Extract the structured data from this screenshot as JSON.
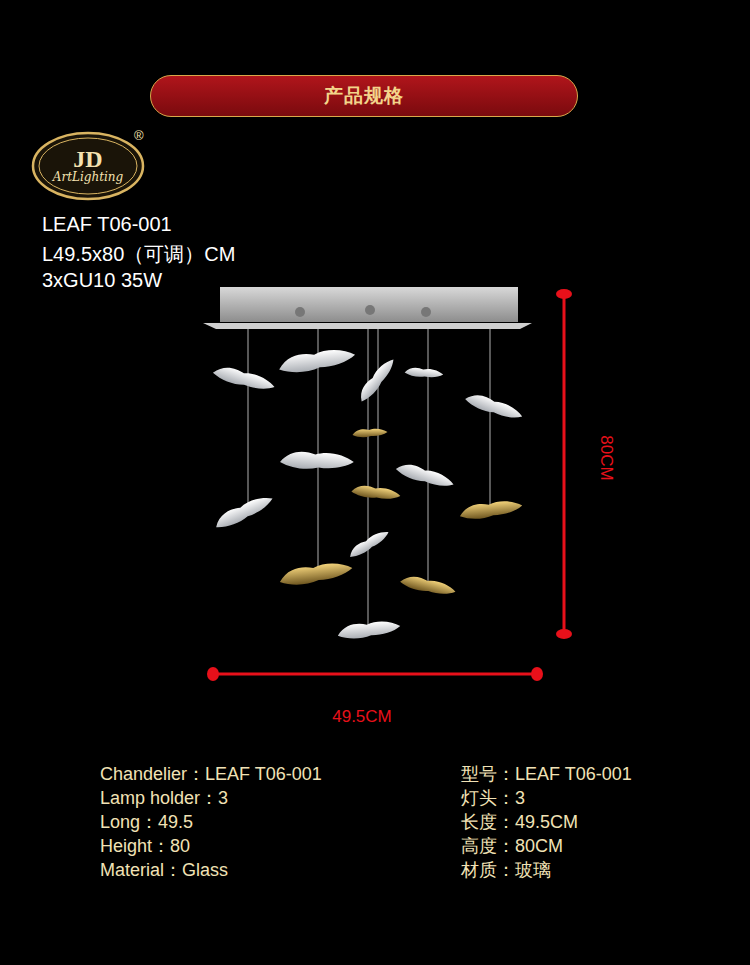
{
  "diagram": {
    "nodes": [
      {
        "text": [
          "产品规格"
        ]
      },
      {
        "text": [
          "JD",
          "ArtLighting"
        ]
      }
    ],
    "labels": [
      "®",
      "LEAF T06-001",
      "L49.5x80（可调）CM",
      "3xGU10 35W",
      "80CM",
      "49.5CM",
      "Chandelier：LEAF T06-001",
      "Lamp holder：3",
      "Long：49.5",
      "Height：80",
      "Material：Glass",
      "型号：LEAF T06-001",
      "灯头：3",
      "长度：49.5CM",
      "高度：80CM",
      "材质：玻璃"
    ]
  }
}
